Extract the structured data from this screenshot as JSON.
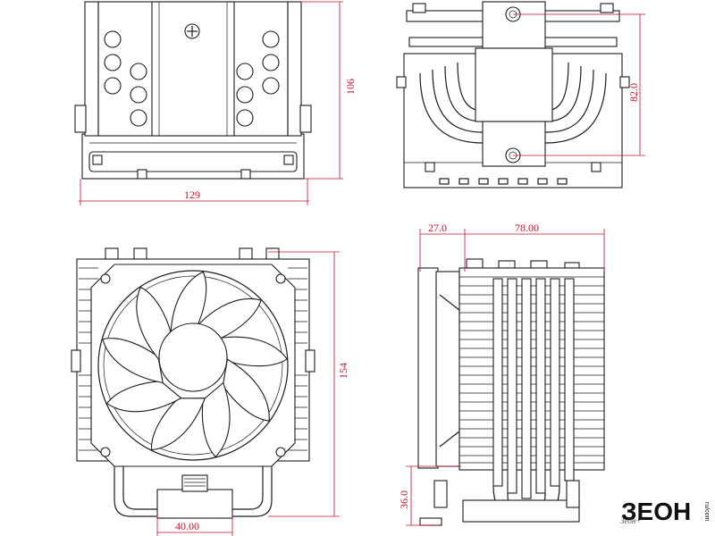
{
  "dimensions": {
    "width_129": "129",
    "height_106": "106",
    "height_82": "82.0",
    "height_154": "154",
    "depth_27": "27.0",
    "depth_78": "78.00",
    "height_36": "36.0",
    "width_40": "40.00"
  },
  "brand": {
    "logo_text": "ЗЕОН",
    "side_text": "ru/com",
    "sub_text": "Зеон+"
  },
  "colors": {
    "dimension": "#c8102e",
    "line": "#1c1c1c"
  }
}
